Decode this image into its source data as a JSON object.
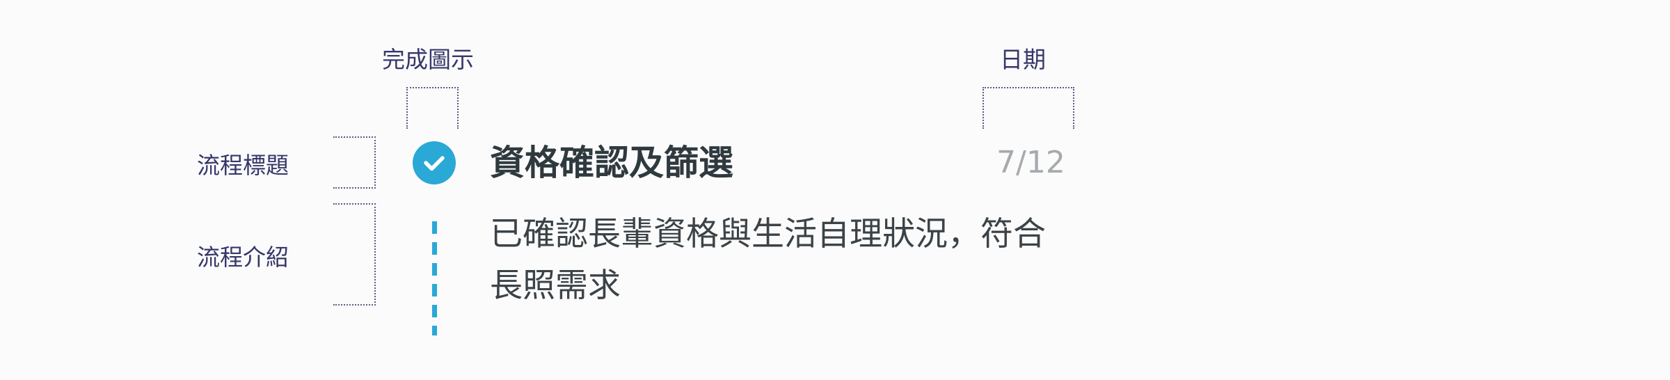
{
  "annotations": {
    "completed_icon": "完成圖示",
    "date": "日期",
    "process_title": "流程標題",
    "process_description": "流程介紹"
  },
  "step": {
    "title": "資格確認及篩選",
    "date": "7/12",
    "description": "已確認長輩資格與生活自理狀況，符合長照需求",
    "status": "completed",
    "status_icon": "check-circle-icon"
  },
  "colors": {
    "accent": "#2aa8d6",
    "annotation_text": "#37376a",
    "title_text": "#2f3a3f",
    "date_text": "#a6aaad",
    "description_text": "#3c4347"
  }
}
